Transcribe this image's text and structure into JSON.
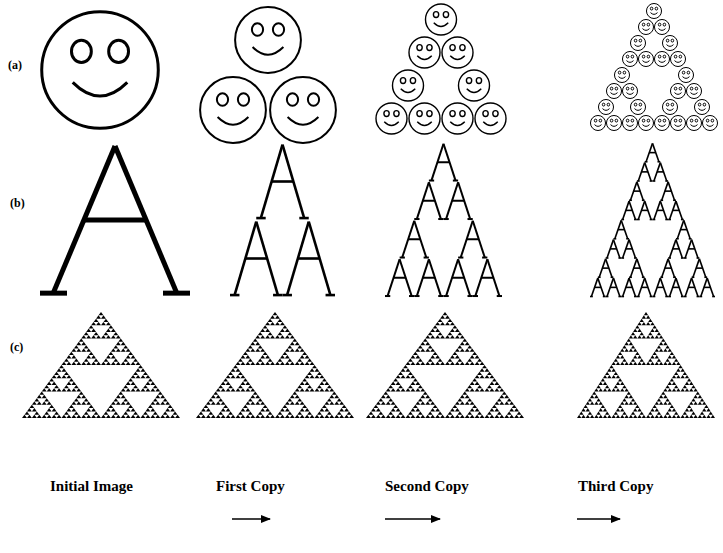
{
  "diagram": {
    "labels": [
      "(a)",
      "(b)",
      "(c)",
      "Initial Image",
      "First  Copy",
      "Second Copy",
      "Third Copy"
    ]
  }
}
